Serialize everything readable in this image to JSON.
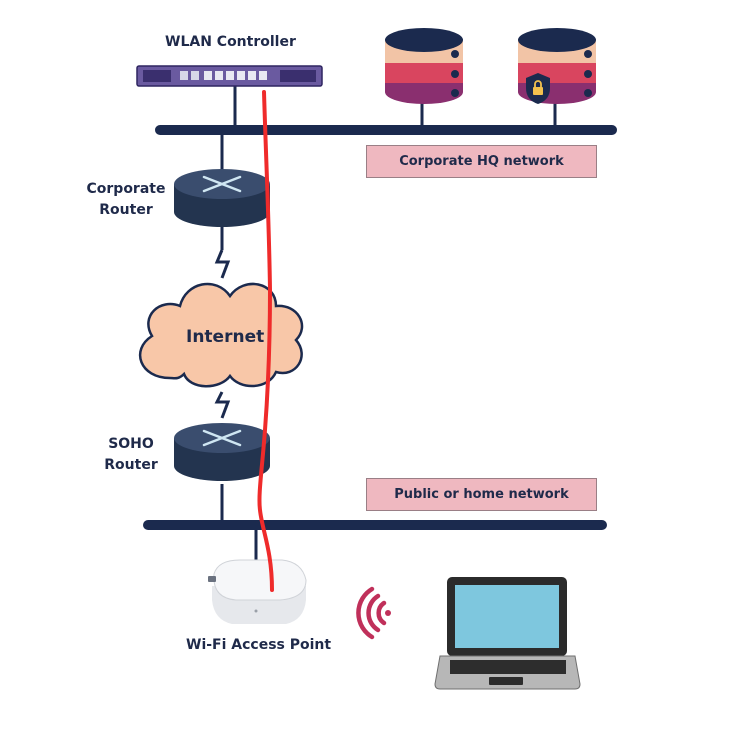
{
  "labels": {
    "wlan_controller": "WLAN Controller",
    "corporate_router_line1": "Corporate",
    "corporate_router_line2": "Router",
    "internet": "Internet",
    "soho_router_line1": "SOHO",
    "soho_router_line2": "Router",
    "access_point": "Wi-Fi Access Point"
  },
  "zones": {
    "corporate_hq": "Corporate HQ network",
    "public_home": "Public or home network"
  },
  "colors": {
    "bus": "#1b2a4e",
    "router_top": "#3a4d6e",
    "router_side": "#23344f",
    "cloud_fill": "#f8c7a8",
    "cloud_stroke": "#1b2a4e",
    "zone_fill": "#efb8c0",
    "tunnel": "#ef2b2b",
    "wifi_signal": "#c0305a",
    "laptop_screen": "#7ec7de",
    "server_top": "#1b2a4e",
    "server_band1": "#f2c4a6",
    "server_band2": "#d9455f",
    "server_band3": "#8a2f6f"
  },
  "icons": {
    "wlan_controller": "rack-appliance-icon",
    "server": "database-server-icon",
    "secure_server": "secure-database-server-icon",
    "router": "router-icon",
    "cloud": "internet-cloud-icon",
    "access_point": "wifi-access-point-icon",
    "wifi": "wifi-signal-icon",
    "laptop": "laptop-icon"
  }
}
